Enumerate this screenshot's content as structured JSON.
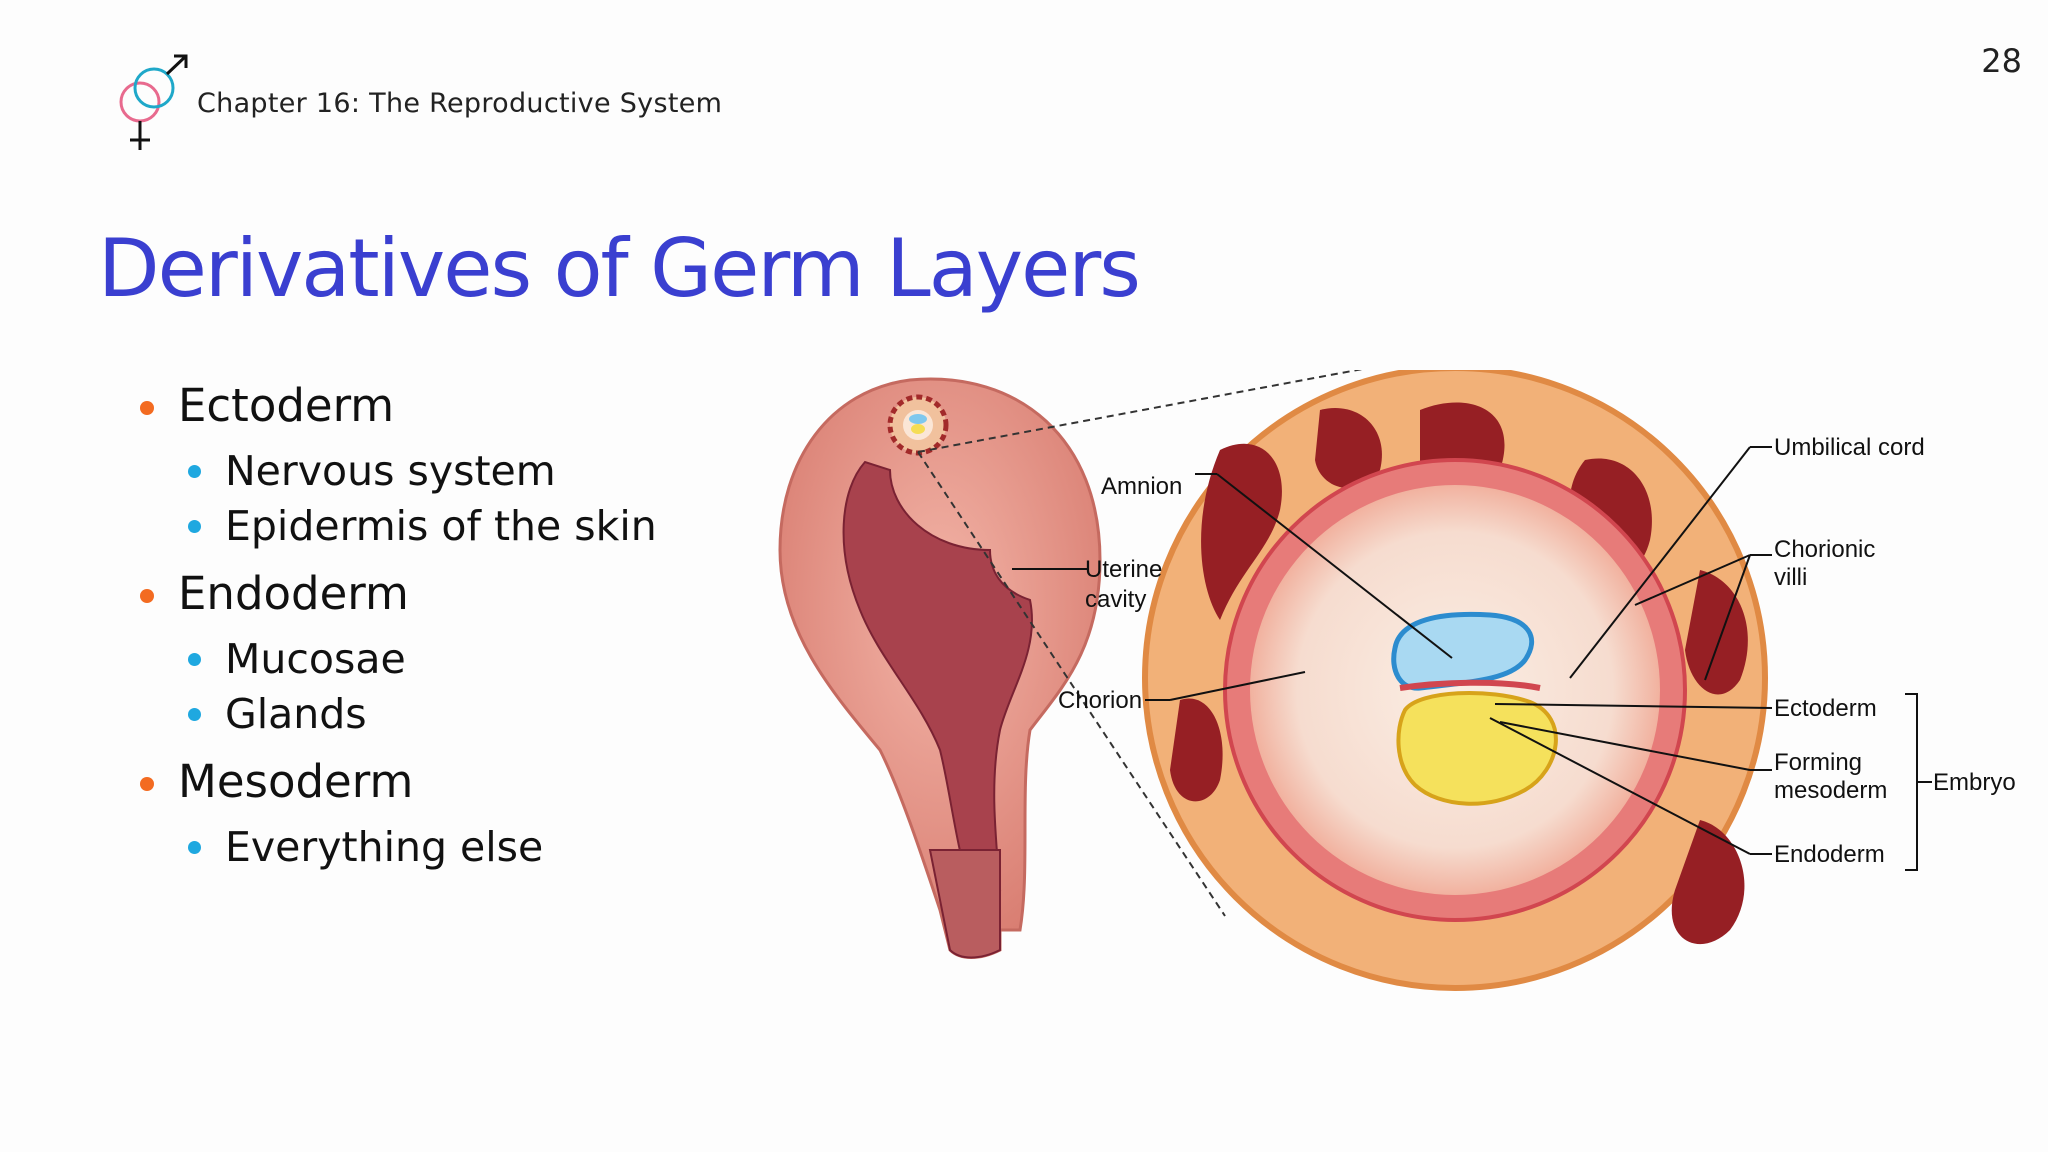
{
  "header": {
    "chapter": "Chapter 16: The Reproductive System",
    "page_number": "28",
    "logo_icon": "male-female-symbol-icon"
  },
  "title": "Derivatives of Germ Layers",
  "bullets": [
    {
      "label": "Ectoderm",
      "children": [
        "Nervous system",
        "Epidermis of the skin"
      ]
    },
    {
      "label": "Endoderm",
      "children": [
        "Mucosae",
        "Glands"
      ]
    },
    {
      "label": "Mesoderm",
      "children": [
        "Everything else"
      ]
    }
  ],
  "figure": {
    "labels": {
      "amnion": "Amnion",
      "uterine_cavity_1": "Uterine",
      "uterine_cavity_2": "cavity",
      "chorion": "Chorion",
      "umbilical_cord": "Umbilical cord",
      "chorionic_villi_1": "Chorionic",
      "chorionic_villi_2": "villi",
      "ectoderm": "Ectoderm",
      "forming_mesoderm_1": "Forming",
      "forming_mesoderm_2": "mesoderm",
      "endoderm": "Endoderm",
      "embryo": "Embryo"
    }
  },
  "colors": {
    "title": "#3a3fd0",
    "bullet_level1": "#f36b21",
    "bullet_level2": "#1fa8e0"
  }
}
